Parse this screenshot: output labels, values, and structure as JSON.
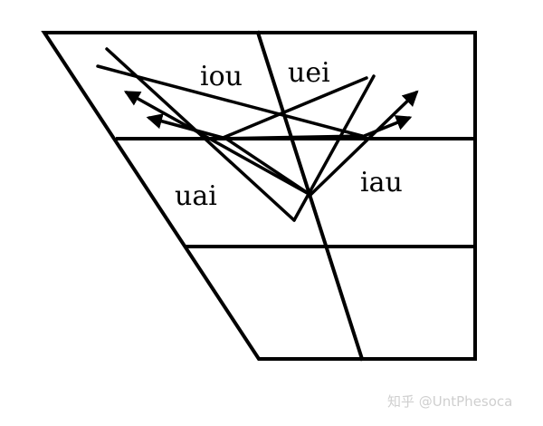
{
  "diagram": {
    "type": "vowel-quadrilateral-triphthongs",
    "labels": {
      "iou": "iou",
      "uei": "uei",
      "uai": "uai",
      "iau": "iau"
    },
    "colors": {
      "line": "#000000",
      "background": "#ffffff",
      "watermark": "#cfcfcf"
    }
  },
  "watermark": "知乎 @UntPhesoca"
}
